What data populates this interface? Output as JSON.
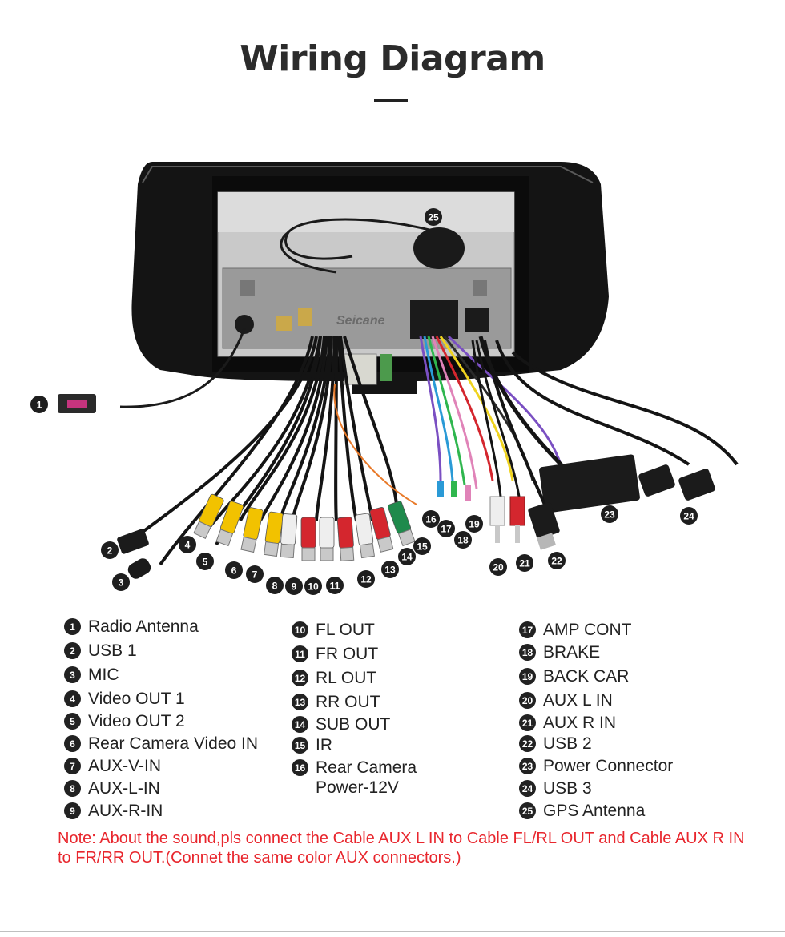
{
  "title": "Wiring Diagram",
  "watermark": "Seicane",
  "legend": [
    {
      "num": "1",
      "label": "Radio Antenna"
    },
    {
      "num": "2",
      "label": "USB 1"
    },
    {
      "num": "3",
      "label": "MIC"
    },
    {
      "num": "4",
      "label": "Video OUT 1"
    },
    {
      "num": "5",
      "label": "Video OUT 2"
    },
    {
      "num": "6",
      "label": "Rear Camera Video IN"
    },
    {
      "num": "7",
      "label": "AUX-V-IN"
    },
    {
      "num": "8",
      "label": "AUX-L-IN"
    },
    {
      "num": "9",
      "label": "AUX-R-IN"
    },
    {
      "num": "10",
      "label": "FL OUT"
    },
    {
      "num": "11",
      "label": "FR OUT"
    },
    {
      "num": "12",
      "label": "RL OUT"
    },
    {
      "num": "13",
      "label": "RR OUT"
    },
    {
      "num": "14",
      "label": "SUB OUT"
    },
    {
      "num": "15",
      "label": "IR"
    },
    {
      "num": "16",
      "label": "Rear Camera\nPower-12V"
    },
    {
      "num": "17",
      "label": "AMP CONT"
    },
    {
      "num": "18",
      "label": "BRAKE"
    },
    {
      "num": "19",
      "label": "BACK CAR"
    },
    {
      "num": "20",
      "label": "AUX L IN"
    },
    {
      "num": "21",
      "label": "AUX R IN"
    },
    {
      "num": "22",
      "label": "USB 2"
    },
    {
      "num": "23",
      "label": "Power Connector"
    },
    {
      "num": "24",
      "label": "USB 3"
    },
    {
      "num": "25",
      "label": "GPS Antenna"
    }
  ],
  "note": "Note: About the sound,pls connect the Cable AUX L IN to Cable FL/RL OUT and Cable AUX R IN to  FR/RR OUT.(Connet the same color AUX connectors.)",
  "colors": {
    "note": "#e8262d",
    "rca_yellow": "#f2c200",
    "rca_white": "#eeeeee",
    "rca_red": "#d4262e",
    "rca_green": "#1f8a4c",
    "frame": "#141414"
  }
}
